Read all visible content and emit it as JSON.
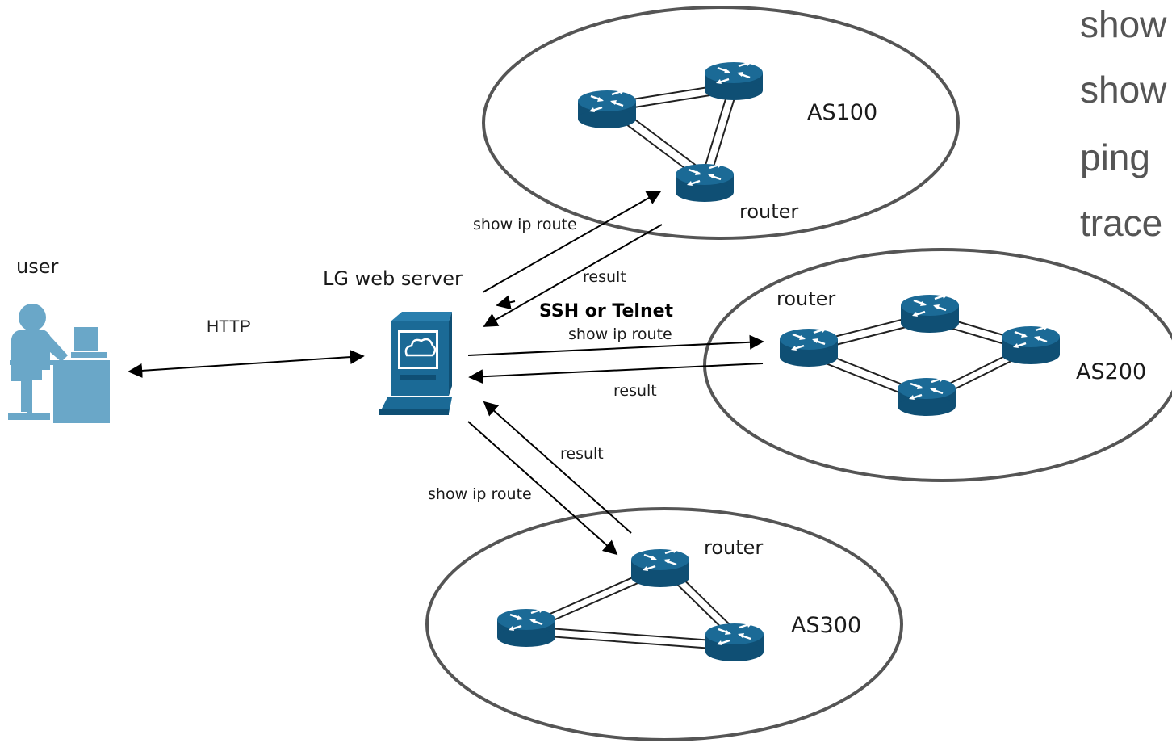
{
  "labels": {
    "user": "user",
    "http": "HTTP",
    "lg_web_server": "LG web server",
    "ssh_or_telnet": "SSH or Telnet",
    "as100": "AS100",
    "as200": "AS200",
    "as300": "AS300",
    "router_as100": "router",
    "router_as200": "router",
    "router_as300": "router",
    "cmd_as100": "show ip route",
    "result_as100": "result",
    "cmd_as200": "show ip route",
    "result_as200": "result",
    "cmd_as300": "show ip route",
    "result_as300": "result"
  },
  "commands": [
    "show",
    "show",
    "ping",
    "trace"
  ],
  "colors": {
    "router": "#1b6a96",
    "router_dark": "#0f4f74",
    "user_icon": "#6aa7c8",
    "server": "#1b6a96",
    "ellipse": "#555555"
  },
  "icons": {
    "user": "user-at-computer-icon",
    "server": "web-server-icon",
    "router": "router-icon"
  }
}
